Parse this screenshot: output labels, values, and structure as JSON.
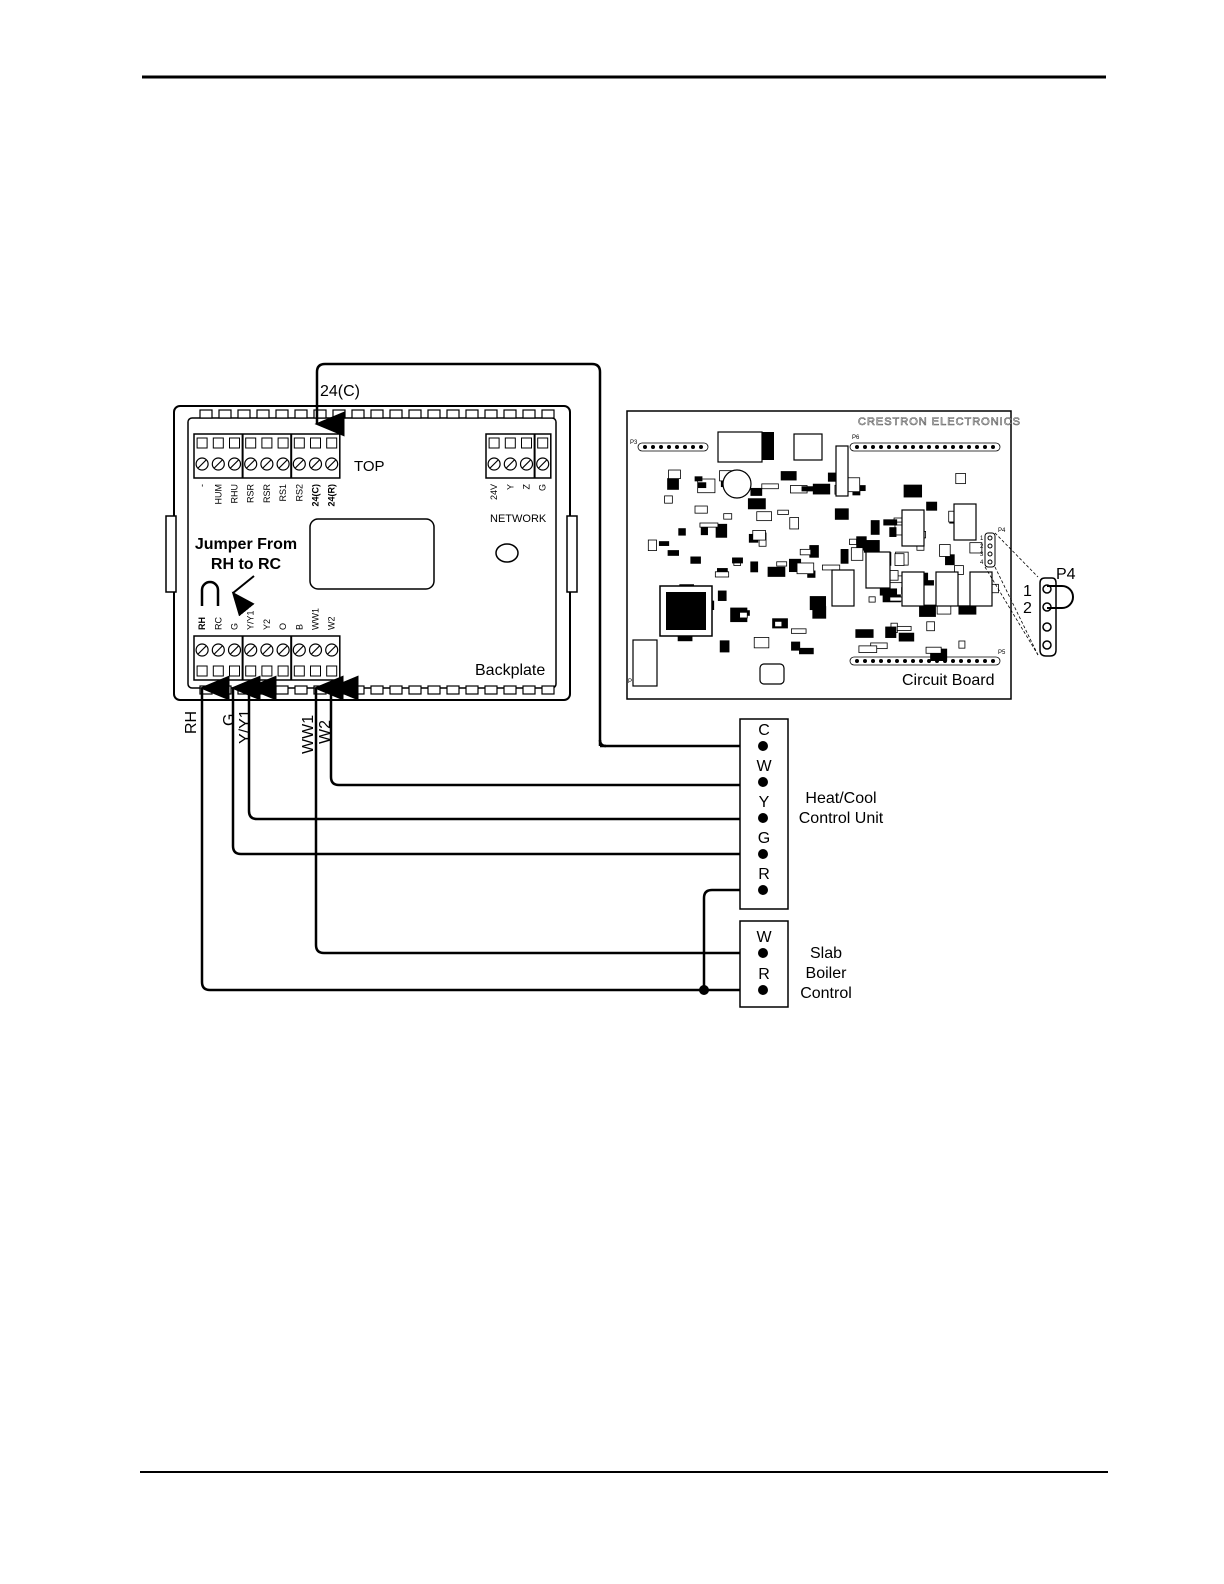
{
  "backplate": {
    "title": "Backplate",
    "top_label": "TOP",
    "network_label": "NETWORK",
    "jumper_note_line1": "Jumper From",
    "jumper_note_line2": "RH to RC",
    "top_terminals": [
      "-",
      "HUM",
      "RHU",
      "RSR",
      "RSR",
      "RS1",
      "RS2",
      "24(C)",
      "24(R)"
    ],
    "network_terminals": [
      "24V",
      "Y",
      "Z",
      "G"
    ],
    "bottom_terminals": [
      "RH",
      "RC",
      "G",
      "Y/Y1",
      "Y2",
      "O",
      "B",
      "WW1",
      "W2"
    ]
  },
  "wire_labels": {
    "top_wire": "24(C)",
    "rh": "RH",
    "g": "G",
    "yy1": "Y/Y1",
    "ww1": "WW1",
    "w2": "W2"
  },
  "circuit_board": {
    "title": "Circuit Board",
    "brand": "CRESTRON ELECTRONICS",
    "connectors": [
      "P3",
      "P6",
      "P5",
      "P1",
      "P4"
    ],
    "p4_callout": {
      "label": "P4",
      "pin1": "1",
      "pin2": "2"
    }
  },
  "heat_cool_unit": {
    "title_line1": "Heat/Cool",
    "title_line2": "Control Unit",
    "terminals": [
      "C",
      "W",
      "Y",
      "G",
      "R"
    ]
  },
  "slab_boiler": {
    "title_line1": "Slab",
    "title_line2": "Boiler",
    "title_line3": "Control",
    "terminals": [
      "W",
      "R"
    ]
  }
}
